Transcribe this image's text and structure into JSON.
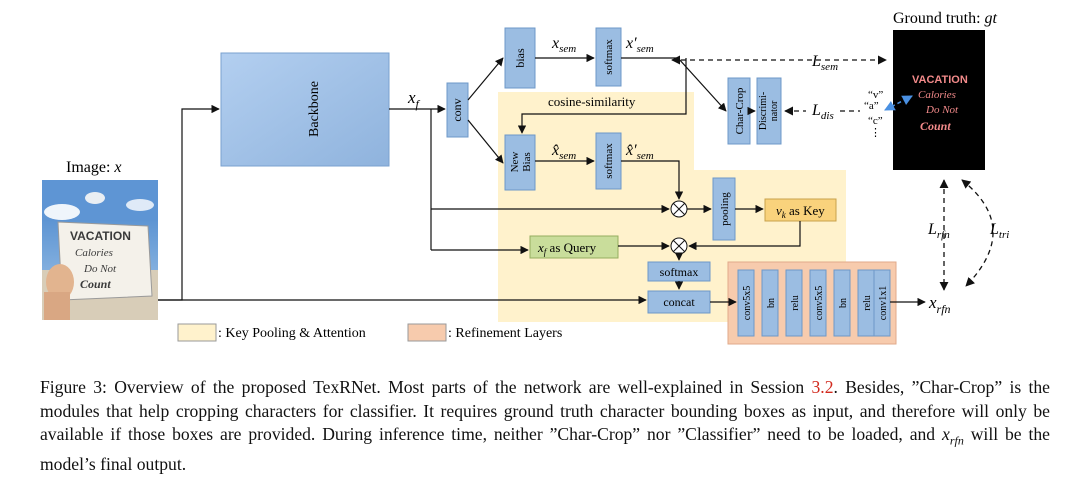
{
  "figure": {
    "image_label": "Image: ",
    "image_var": "x",
    "photo_text": [
      "VACATION",
      "Calories",
      "Do Not",
      "Count"
    ],
    "gt_label": "Ground truth: ",
    "gt_var": "gt",
    "gt_text": [
      "VACATION",
      "Calories",
      "Do Not",
      "Count"
    ],
    "backbone": "Backbone",
    "xf": "x",
    "xf_sub": "f",
    "conv": "conv",
    "bias": "bias",
    "softmax": "softmax",
    "xsem": "x",
    "xsem_sub": "sem",
    "xsem_prime": "x′",
    "xsem_prime_sub": "sem",
    "xhat": "x̂",
    "xhat_sub": "sem",
    "xhat_prime": "x̂′",
    "xhat_prime_sub": "sem",
    "new_bias_1": "New",
    "new_bias_2": "Bias",
    "cosine": "cosine-similarity",
    "char_crop": "Char-Crop",
    "discrim_1": "Discrimi-",
    "discrim_2": "nator",
    "lsem": "L",
    "lsem_sub": "sem",
    "ldis": "L",
    "ldis_sub": "dis",
    "chars": [
      "“v”",
      "“a”",
      "“c”",
      "⋮"
    ],
    "pooling": "pooling",
    "vk_key_var": "v",
    "vk_key_sub": "k",
    "vk_key_text": " as Key",
    "xf_query_var": "x",
    "xf_query_sub": "f",
    "xf_query_text": " as Query",
    "softmax2": "softmax",
    "concat": "concat",
    "refine_layers": [
      "conv5x5",
      "bn",
      "relu",
      "conv5x5",
      "bn",
      "relu",
      "conv1x1"
    ],
    "xrfn": "x",
    "xrfn_sub": "rfn",
    "lrfn": "L",
    "lrfn_sub": "rfn",
    "ltri": "L",
    "ltri_sub": "tri",
    "legend_key": ": Key Pooling & Attention",
    "legend_refine": ": Refinement Layers",
    "colors": {
      "blue_box": "#9bbde2",
      "blue_border": "#6e98c8",
      "key_region": "#fff2cc",
      "refine_region": "#f7cbad",
      "green_box": "#c9dd9b",
      "orange_box": "#f9d27c",
      "dashed_blue": "#4a90e2"
    }
  },
  "caption": {
    "part1": "Figure 3: Overview of the proposed TexRNet. Most parts of the network are well-explained in Session ",
    "ref": "3.2",
    "part2": ". Besides, ”Char-Crop” is the modules that help cropping characters for classifier. It requires ground truth character bounding boxes as input, and therefore will only be available if those boxes are provided. During inference time, neither ”Char-Crop” nor ”Classifier” need to be loaded, and ",
    "var": "x",
    "var_sub": "rfn",
    "part3": " will be the model’s final output."
  }
}
